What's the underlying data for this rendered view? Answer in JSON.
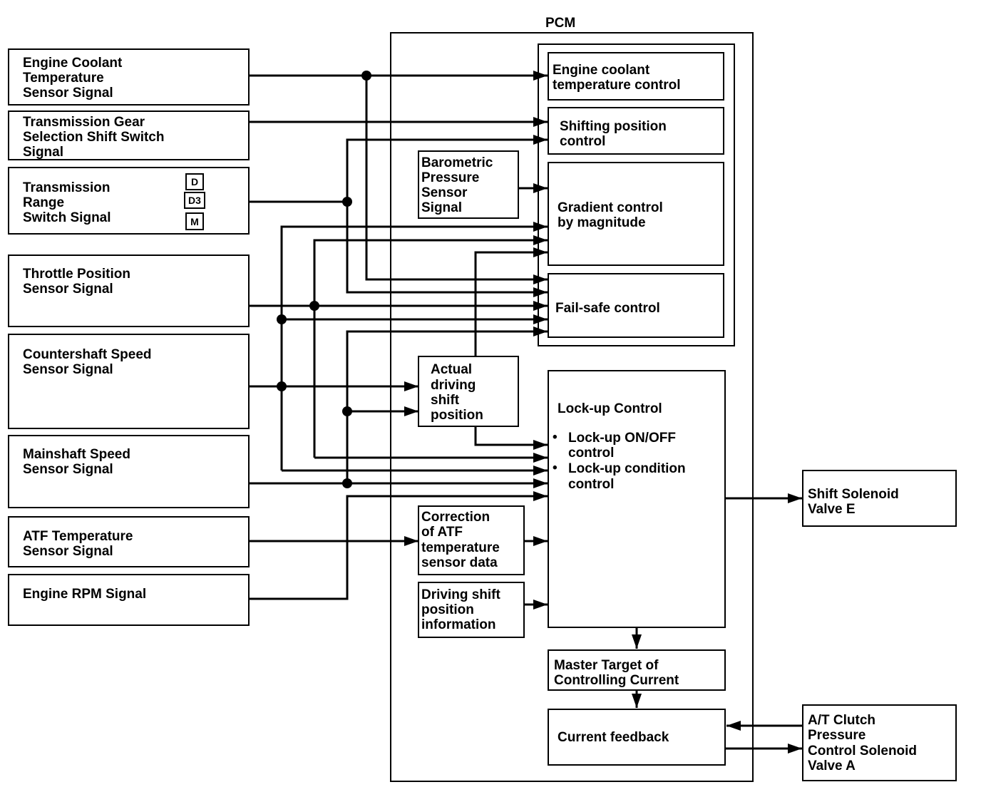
{
  "pcm": {
    "title": "PCM"
  },
  "inputs": {
    "ect": [
      "Engine Coolant",
      "Temperature",
      "Sensor Signal"
    ],
    "gear_switch": [
      "Transmission Gear",
      "Selection Shift Switch",
      "Signal"
    ],
    "range_switch": [
      "Transmission",
      "Range",
      "Switch Signal"
    ],
    "range_modes": [
      "D",
      "D3",
      "M"
    ],
    "throttle": [
      "Throttle Position",
      "Sensor Signal"
    ],
    "countershaft": [
      "Countershaft Speed",
      "Sensor Signal"
    ],
    "mainshaft": [
      "Mainshaft Speed",
      "Sensor Signal"
    ],
    "atf_temp": [
      "ATF Temperature",
      "Sensor Signal"
    ],
    "engine_rpm": [
      "Engine RPM Signal"
    ]
  },
  "internal": {
    "barometric": [
      "Barometric",
      "Pressure",
      "Sensor",
      "Signal"
    ],
    "actual_driving": [
      "Actual",
      "driving",
      "shift",
      "position"
    ],
    "atf_correction": [
      "Correction",
      "of ATF",
      "temperature",
      "sensor data"
    ],
    "driving_info": [
      "Driving shift",
      "position",
      "information"
    ]
  },
  "controls": {
    "ect_control": [
      "Engine coolant",
      "temperature control"
    ],
    "shifting_control": [
      "Shifting position",
      "control"
    ],
    "gradient_control": [
      "Gradient control",
      "by magnitude"
    ],
    "failsafe_control": [
      "Fail-safe control"
    ],
    "lockup_title": "Lock-up Control",
    "lockup_items": [
      "Lock-up ON/OFF",
      "control",
      "Lock-up condition",
      "control"
    ],
    "master_target": [
      "Master Target of",
      "Controlling Current"
    ],
    "current_feedback": [
      "Current feedback"
    ]
  },
  "outputs": {
    "solenoid_e": [
      "Shift Solenoid",
      "Valve E"
    ],
    "solenoid_a": [
      "A/T Clutch",
      "Pressure",
      "Control Solenoid",
      "Valve A"
    ]
  }
}
